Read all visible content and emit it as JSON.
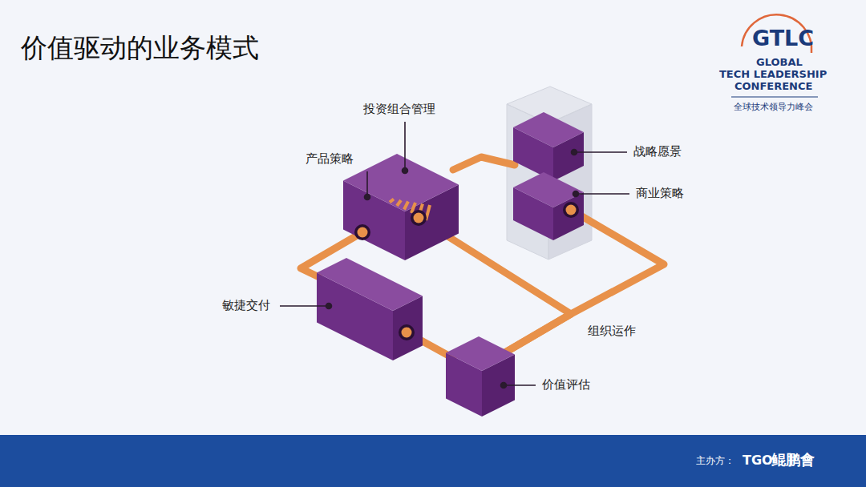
{
  "diagram": {
    "title": "价值驱动的业务模式",
    "nodes": [
      {
        "text": [
          "投资组合管理",
          "产品策略"
        ]
      },
      {
        "text": [
          "战略愿景"
        ]
      },
      {
        "text": [
          "商业策略"
        ]
      },
      {
        "text": [
          "敏捷交付"
        ]
      },
      {
        "text": [
          "价值评估"
        ]
      }
    ],
    "edges": [
      {
        "from": 0,
        "to": 1,
        "arrow": "none"
      },
      {
        "from": 2,
        "to": 4,
        "arrow": "none"
      },
      {
        "from": 0,
        "to": 4,
        "arrow": "none"
      },
      {
        "from": 0,
        "to": 3,
        "arrow": "none"
      },
      {
        "from": 3,
        "to": 4,
        "arrow": "none"
      }
    ],
    "labels": [
      "组织运作",
      "GTLC",
      "GLOBAL",
      "TECH LEADERSHIP",
      "CONFERENCE",
      "全球技术领导力峰会",
      "主办方：",
      "TGO",
      "鲲鹏會"
    ]
  }
}
